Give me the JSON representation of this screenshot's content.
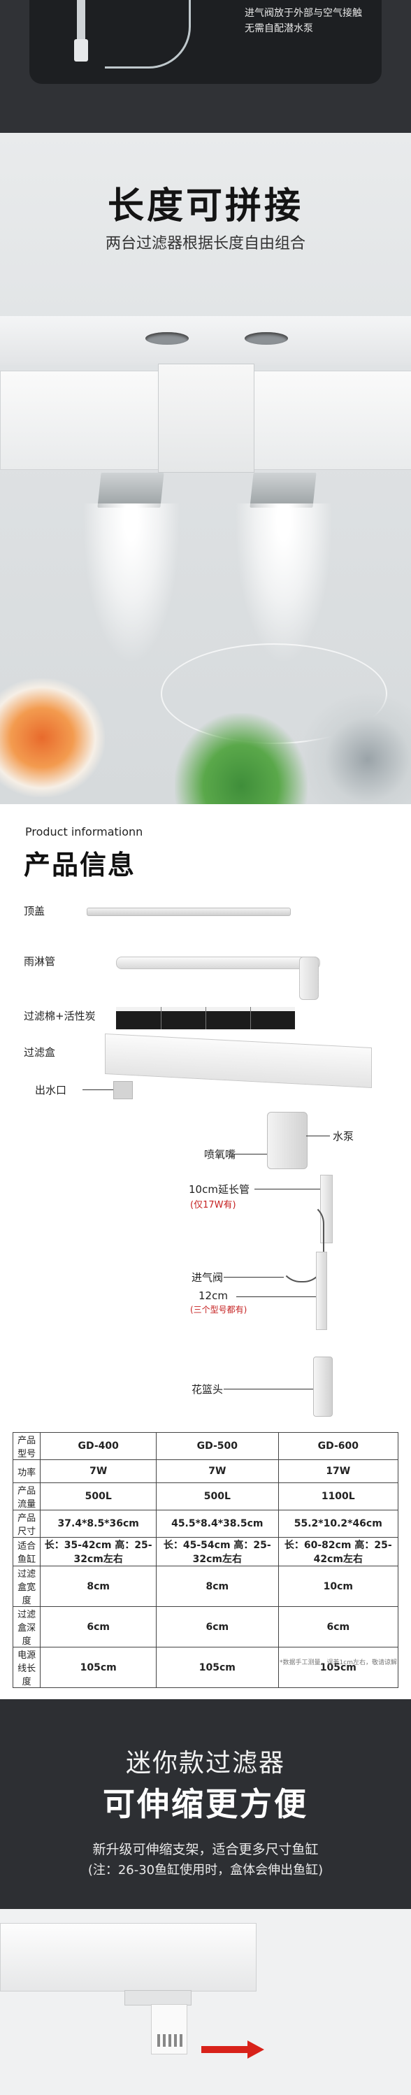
{
  "top_section": {
    "note_line1": "进气阀放于外部与空气接触",
    "note_line2": "无需自配潜水泵"
  },
  "length_section": {
    "title": "长度可拼接",
    "subtitle": "两台过滤器根据长度自由组合"
  },
  "product_info": {
    "heading_en": "Product informationn",
    "heading_cn": "产品信息",
    "parts": {
      "lid": "顶盖",
      "rain_pipe": "雨淋管",
      "filter_cotton": "过滤棉+活性炭",
      "filter_box": "过滤盒",
      "outlet": "出水口",
      "spray_nozzle": "喷氧嘴",
      "pump": "水泵",
      "extension": "10cm延长管",
      "extension_note": "(仅17W有)",
      "air_valve": "进气阀",
      "size_12": "12cm",
      "size_12_note": "(三个型号都有)",
      "basket": "花篮头"
    },
    "table": {
      "rows": [
        [
          "产品型号",
          "GD-400",
          "GD-500",
          "GD-600"
        ],
        [
          "功率",
          "7W",
          "7W",
          "17W"
        ],
        [
          "产品流量",
          "500L",
          "500L",
          "1100L"
        ],
        [
          "产品尺寸",
          "37.4*8.5*36cm",
          "45.5*8.4*38.5cm",
          "55.2*10.2*46cm"
        ],
        [
          "适合鱼缸",
          "长：35-42cm 高：25-32cm左右",
          "长：45-54cm 高：25-32cm左右",
          "长：60-82cm 高：25-42cm左右"
        ],
        [
          "过滤盒宽度",
          "8cm",
          "8cm",
          "10cm"
        ],
        [
          "过滤盒深度",
          "6cm",
          "6cm",
          "6cm"
        ],
        [
          "电源线长度",
          "105cm",
          "105cm",
          "105cm"
        ]
      ]
    },
    "footnote": "*数据手工测量，误差1cm左右，敬请谅解"
  },
  "mini_section": {
    "title1": "迷你款过滤器",
    "title2": "可伸缩更方便",
    "line1": "新升级可伸缩支架，适合更多尺寸鱼缸",
    "line2": "(注：26-30鱼缸使用时，盒体会伸出鱼缸)"
  },
  "colors": {
    "dark_bg": "#2d2f33",
    "accent_red": "#d8221a",
    "note_red": "#c52020"
  }
}
